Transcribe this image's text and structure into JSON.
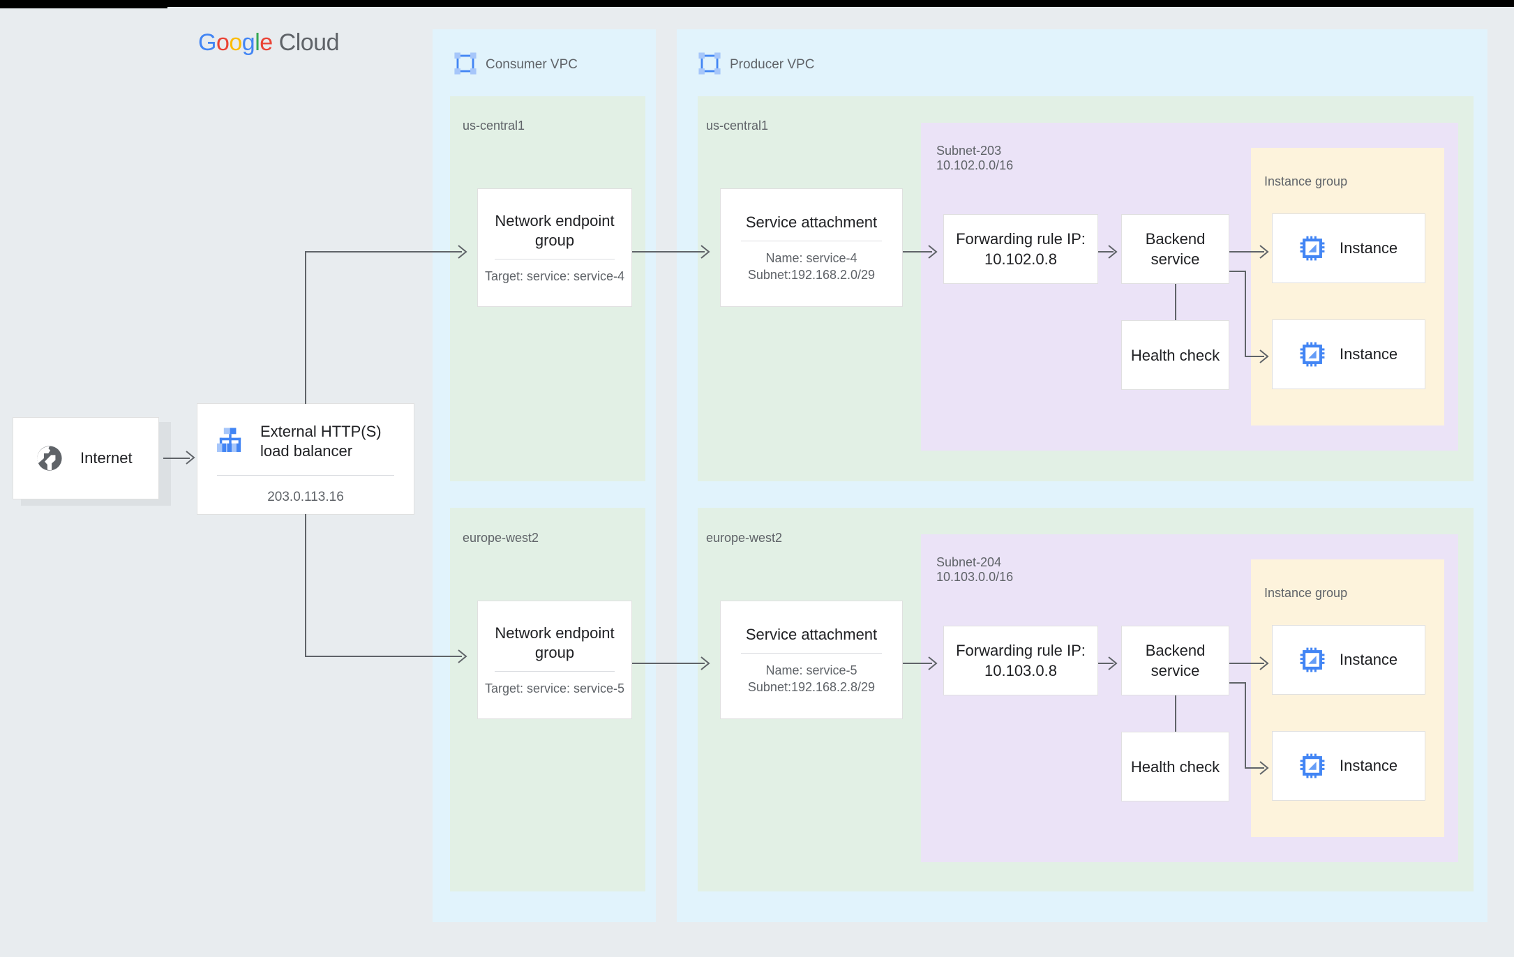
{
  "brand": {
    "g": "G",
    "o1": "o",
    "o2": "o",
    "g2": "g",
    "l": "l",
    "e": "e",
    "cloud": "Cloud"
  },
  "external": {
    "internet": {
      "label": "Internet",
      "icon": "globe-icon"
    },
    "load_balancer": {
      "title": "External HTTP(S) load balancer",
      "ip": "203.0.113.16",
      "icon": "load-balancer-icon"
    }
  },
  "consumer_vpc": {
    "name": "Consumer VPC",
    "icon": "vpc-icon",
    "regions": [
      {
        "name": "us-central1",
        "neg": {
          "title": "Network endpoint group",
          "sub": "Target: service: service-4"
        }
      },
      {
        "name": "europe-west2",
        "neg": {
          "title": "Network endpoint group",
          "sub": "Target: service: service-5"
        }
      }
    ]
  },
  "producer_vpc": {
    "name": "Producer VPC",
    "icon": "vpc-icon",
    "regions": [
      {
        "name": "us-central1",
        "service_attachment": {
          "title": "Service attachment",
          "sub": "Name: service-4\nSubnet:192.168.2.0/29"
        },
        "subnet": {
          "name": "Subnet-203",
          "cidr": "10.102.0.0/16",
          "forwarding_rule": {
            "title": "Forwarding rule IP: 10.102.0.8"
          },
          "backend_service": {
            "title": "Backend service"
          },
          "health_check": {
            "title": "Health check"
          },
          "instance_group": {
            "label": "Instance group",
            "instances": [
              {
                "label": "Instance",
                "icon": "cpu-chip-icon"
              },
              {
                "label": "Instance",
                "icon": "cpu-chip-icon"
              }
            ]
          }
        }
      },
      {
        "name": "europe-west2",
        "service_attachment": {
          "title": "Service attachment",
          "sub": "Name: service-5\nSubnet:192.168.2.8/29"
        },
        "subnet": {
          "name": "Subnet-204",
          "cidr": "10.103.0.0/16",
          "forwarding_rule": {
            "title": "Forwarding rule IP: 10.103.0.8"
          },
          "backend_service": {
            "title": "Backend service"
          },
          "health_check": {
            "title": "Health check"
          },
          "instance_group": {
            "label": "Instance group",
            "instances": [
              {
                "label": "Instance",
                "icon": "cpu-chip-icon"
              },
              {
                "label": "Instance",
                "icon": "cpu-chip-icon"
              }
            ]
          }
        }
      }
    ]
  },
  "colors": {
    "background": "#E8ECEF",
    "vpc": "#E1F3FC",
    "region": "#E2F0E5",
    "subnet": "#EBE3F7",
    "instance_group": "#FDF3DC",
    "card": "#FFFFFF",
    "connector": "#5F6368",
    "text_primary": "#202124",
    "text_secondary": "#5F6368",
    "accent_blue": "#4285F4"
  }
}
